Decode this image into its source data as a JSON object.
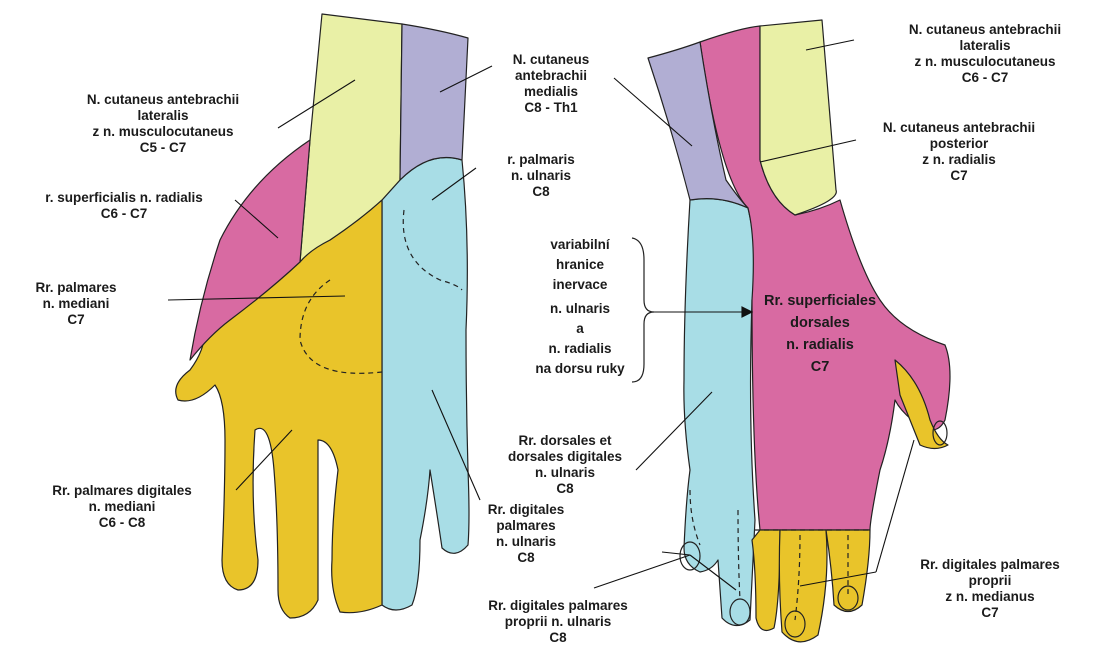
{
  "colors": {
    "lateral": "#e9f0a6",
    "medial": "#b1aed3",
    "radial": "#d86aa2",
    "median": "#e9c42a",
    "ulnar": "#a8dde6",
    "outline": "#222222",
    "leader": "#111111"
  },
  "labels": {
    "n_cut_lat_palm": [
      "N. cutaneus antebrachii",
      "lateralis",
      "z n. musculocutaneus",
      "C5 - C7"
    ],
    "r_superficialis": [
      "r. superficialis n. radialis",
      "C6 - C7"
    ],
    "rr_palmares": [
      "Rr. palmares",
      "n. mediani",
      "C7"
    ],
    "rr_palmares_digitales": [
      "Rr. palmares digitales",
      "n. mediani",
      "C6 - C8"
    ],
    "n_cut_med": [
      "N. cutaneus",
      "antebrachii",
      "medialis",
      "C8 - Th1"
    ],
    "r_palmaris": [
      "r. palmaris",
      "n. ulnaris",
      "C8"
    ],
    "variabilni": [
      "variabilní",
      "hranice",
      "inervace",
      "n. ulnaris",
      "a",
      "n. radialis",
      "na dorsu ruky"
    ],
    "rr_dorsales": [
      "Rr. dorsales et",
      "dorsales digitales",
      "n. ulnaris",
      "C8"
    ],
    "rr_digitales_palmares_uln": [
      "Rr. digitales",
      "palmares",
      "n. ulnaris",
      "C8"
    ],
    "rr_dig_pal_proprii_uln": [
      "Rr. digitales palmares",
      "proprii n. ulnaris",
      "C8"
    ],
    "n_cut_lat_dors": [
      "N. cutaneus antebrachii",
      "lateralis",
      "z n. musculocutaneus",
      "C6 - C7"
    ],
    "n_cut_post": [
      "N. cutaneus antebrachii",
      "posterior",
      "z n. radialis",
      "C7"
    ],
    "rr_superficiales": [
      "Rr. superficiales",
      "dorsales",
      "n. radialis",
      "C7"
    ],
    "rr_dig_pal_proprii_med": [
      "Rr. digitales palmares",
      "proprii",
      "z n. medianus",
      "C7"
    ]
  }
}
